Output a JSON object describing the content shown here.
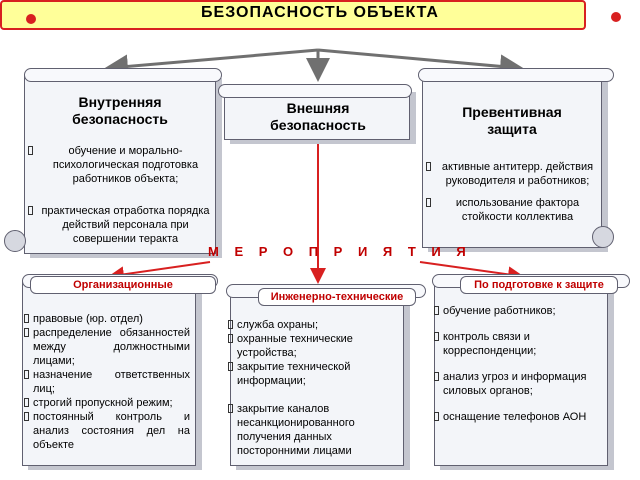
{
  "title": "БЕЗОПАСНОСТЬ  ОБЪЕКТА",
  "internal": {
    "heading": "Внутренняя\nбезопасность",
    "items": [
      "обучение и морально-психологическая подготовка работников объекта;",
      "практическая отработка порядка действий персонала при совершении теракта"
    ]
  },
  "external": {
    "heading": "Внешняя\nбезопасность"
  },
  "preventive": {
    "heading": "Превентивная\nзащита",
    "items": [
      "активные антитерр. действия руководителя и работников;",
      "использование фактора стойкости коллектива"
    ]
  },
  "measures_label": "М Е Р О П  Р И Я Т И Я",
  "organizational": {
    "label": "Организационные",
    "items": [
      "правовые (юр. отдел)",
      "распределение обязанностей между должностными лицами;",
      "назначение ответственных лиц;",
      "строгий пропускной режим;",
      "постоянный контроль и анализ состояния дел на объекте"
    ]
  },
  "engineering": {
    "label": "Инженерно-технические",
    "items": [
      "служба охраны;",
      "охранные технические устройства;",
      "закрытие технической информации;",
      "закрытие каналов несанкционированного получения данных посторонними лицами"
    ]
  },
  "preparation": {
    "label": "По подготовке к защите",
    "items": [
      "обучение работников;",
      "контроль связи и корреспонденции;",
      "анализ угроз и информация силовых органов;",
      "оснащение телефонов АОН"
    ]
  },
  "colors": {
    "banner_fill": "#ffff99",
    "banner_border": "#d82020",
    "accent_text": "#c00000",
    "arrow_gray": "#707070",
    "arrow_red": "#d82020"
  }
}
